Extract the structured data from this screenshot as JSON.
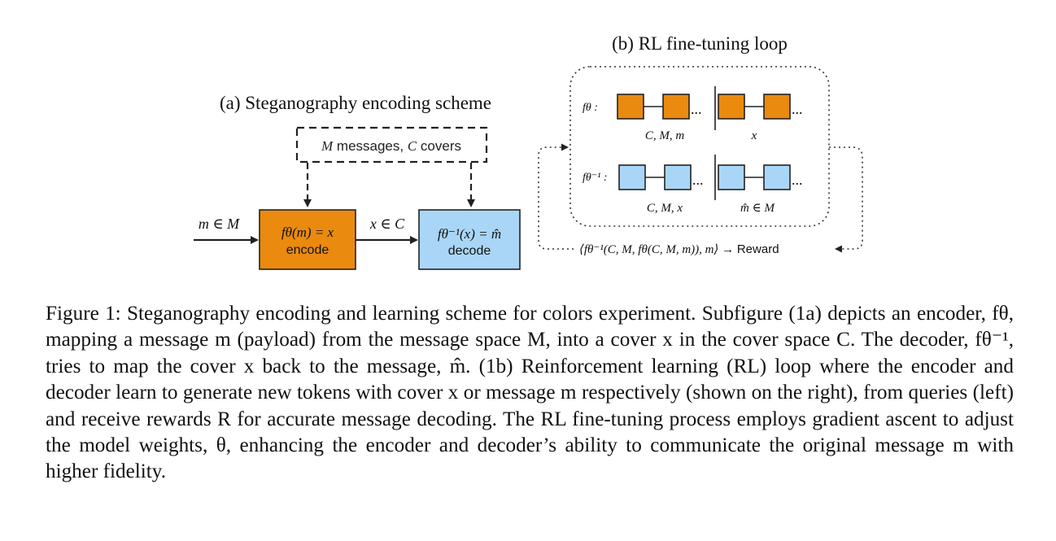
{
  "subfig_a": {
    "title": "(a) Steganography encoding scheme",
    "dashed_box_label_var1": "M",
    "dashed_box_label_text1": " messages, ",
    "dashed_box_label_var2": "C",
    "dashed_box_label_text2": " covers",
    "input_label": "m ∈ M",
    "encoder_formula": "fθ(m) = x",
    "encoder_label": "encode",
    "mid_label": "x ∈ C",
    "decoder_formula": "fθ⁻¹(x) = m̂",
    "decoder_label": "decode"
  },
  "subfig_b": {
    "title": "(b) RL fine-tuning loop",
    "row1_label": "fθ :",
    "row1_left_caption": "C, M, m",
    "row1_right_caption": "x",
    "row2_label": "fθ⁻¹ :",
    "row2_left_caption": "C, M, x",
    "row2_right_caption": "m̂ ∈ M",
    "reward_formula": "⟨fθ⁻¹(C, M, fθ(C, M, m)), m⟩ → ",
    "reward_word": "Reward",
    "ellipsis": "..."
  },
  "colors": {
    "encoder_fill": "#ea8a0f",
    "decoder_fill": "#a9d6f7",
    "stroke": "#222222"
  },
  "caption": {
    "label": "Figure 1:",
    "text": " Steganography encoding and learning scheme for colors experiment. Subfigure (1a) depicts an encoder, fθ, mapping a message m (payload) from the message space M, into a cover x in the cover space C. The decoder, fθ⁻¹, tries to map the cover x back to the message, m̂. (1b) Reinforcement learning (RL) loop where the encoder and decoder learn to generate new tokens with cover x or message m respectively (shown on the right), from queries (left) and receive rewards R for accurate message decoding. The RL fine-tuning process employs gradient ascent to adjust the model weights, θ, enhancing the encoder and decoder’s ability to communicate the original message m with higher fidelity."
  }
}
